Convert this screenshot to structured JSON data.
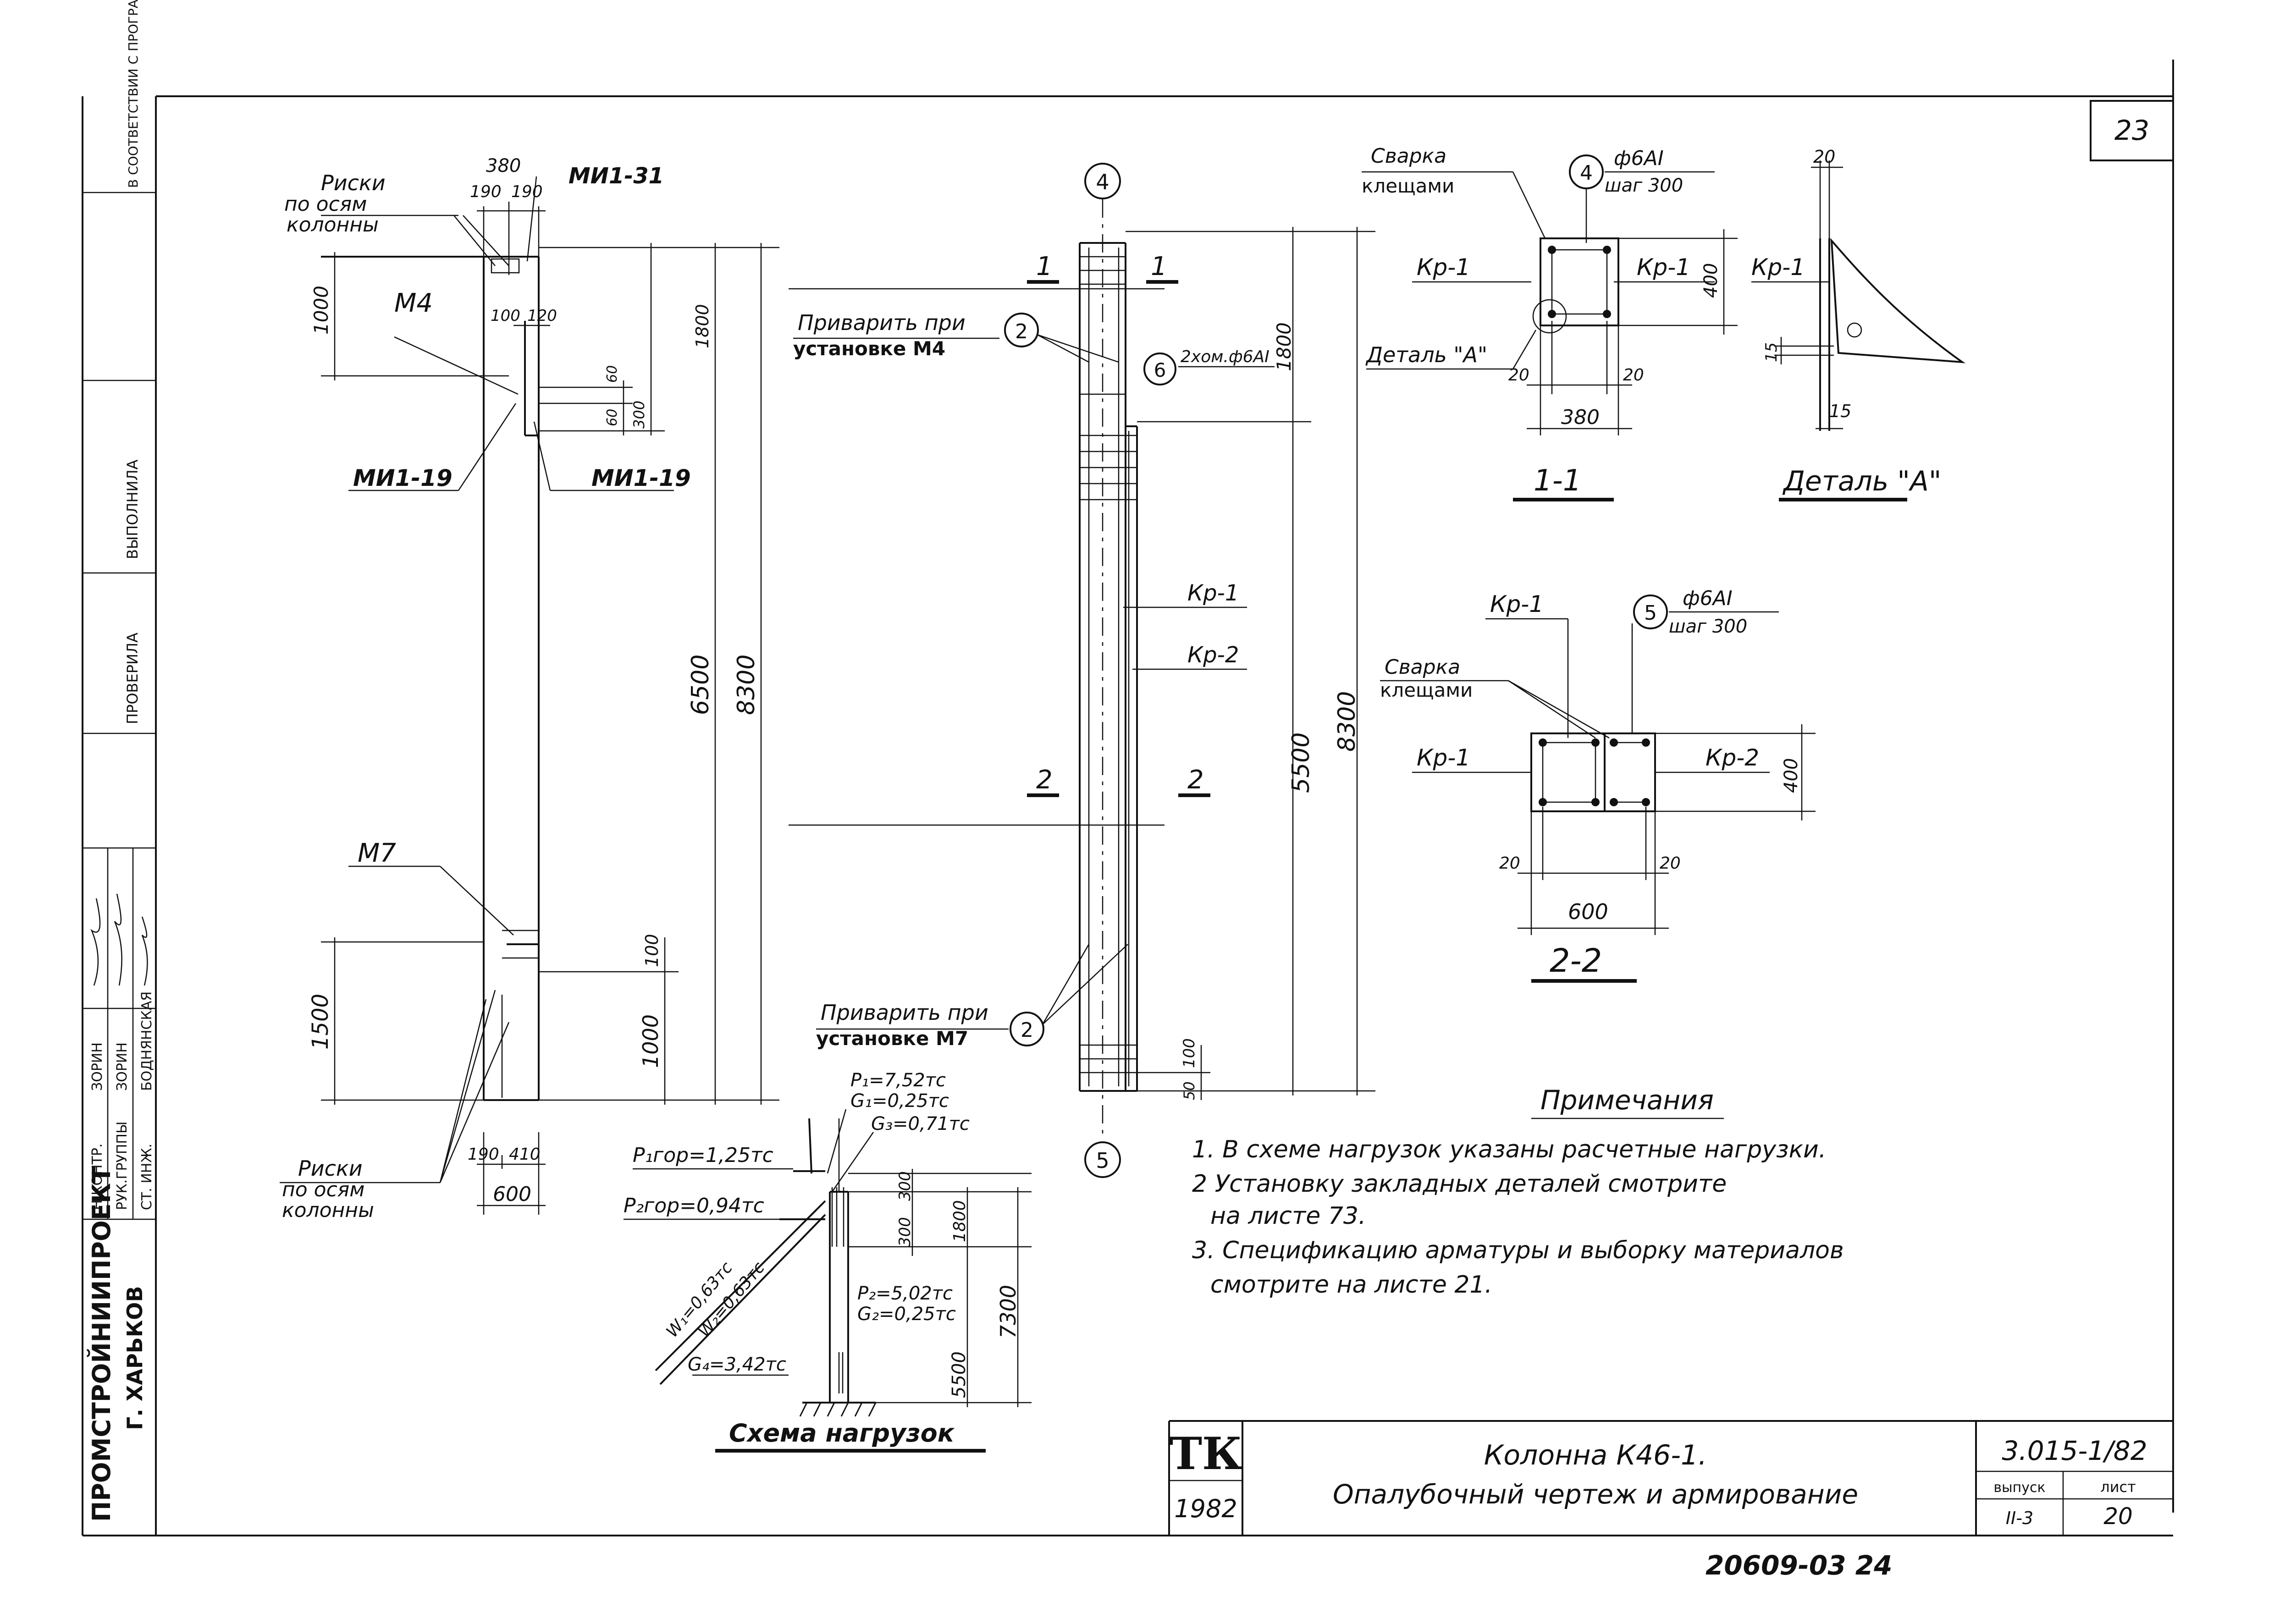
{
  "sheet_number": "23",
  "left_strip": {
    "organisation": "ПРОМСТРОЙНИИПРОЕКТ",
    "city": "Г. ХАРЬКОВ",
    "program_note": "В СООТВЕТСТВИИ С ПРОГРАММОЙ АВС",
    "roles": [
      "Н.КОНТР.",
      "РУК.ГРУППЫ",
      "СТ. ИНЖ."
    ],
    "names": [
      "ЗОРИН",
      "ЗОРИН",
      "БОДНЯНСКАЯ"
    ],
    "column_labels": [
      "ПРОВЕРИЛА",
      "ВЫПОЛНИЛА"
    ]
  },
  "elevation": {
    "top_label_line1": "Риски",
    "top_label_line2": "по осям",
    "top_label_line3": "колонны",
    "bottom_label_line1": "Риски",
    "bottom_label_line2": "по осям",
    "bottom_label_line3": "колонны",
    "mark_mi1_31": "МИ1-31",
    "mark_m4": "М4",
    "mark_mi1_19_left": "МИ1-19",
    "mark_mi1_19_right": "МИ1-19",
    "mark_m7": "М7",
    "dim_380": "380",
    "dim_190a": "190",
    "dim_190b": "190",
    "dim_100": "100",
    "dim_120": "120",
    "dim_1000_top": "1000",
    "dim_1800": "1800",
    "dim_60a": "60",
    "dim_60b": "60",
    "dim_300": "300",
    "dim_6500": "6500",
    "dim_8300": "8300",
    "dim_1500": "1500",
    "dim_100_low": "100",
    "dim_1000_low": "1000",
    "dim_190_bot": "190",
    "dim_410": "410",
    "dim_600": "600"
  },
  "reinforcement": {
    "axis_top": "4",
    "axis_bottom": "5",
    "cut_1a": "1",
    "cut_1b": "1",
    "cut_2a": "2",
    "cut_2b": "2",
    "weld_m4_line1": "Приварить при",
    "weld_m4_line2": "установке М4",
    "weld_m7_line1": "Приварить при",
    "weld_m7_line2": "установке М7",
    "pos_2": "2",
    "pos_2b": "2",
    "pos_6": "6",
    "pos_6_note": "2хом.ф6АI",
    "kr1": "Кр-1",
    "kr2": "Кр-2",
    "dim_1800": "1800",
    "dim_5500": "5500",
    "dim_8300": "8300",
    "dim_100": "100",
    "dim_50": "50"
  },
  "section_1_1": {
    "title": "1-1",
    "weld_line1": "Сварка",
    "weld_line2": "клещами",
    "pos": "4",
    "bar": "ф6АI",
    "step": "шаг 300",
    "kr_left": "Кр-1",
    "kr_right": "Кр-1",
    "detail_ref": "Деталь \"А\"",
    "dim_400": "400",
    "dim_20a": "20",
    "dim_20b": "20",
    "dim_380": "380"
  },
  "detail_a": {
    "title": "Деталь \"А\"",
    "kr": "Кр-1",
    "dim_20": "20",
    "dim_15a": "15",
    "dim_15b": "15"
  },
  "section_2_2": {
    "title": "2-2",
    "kr_top": "Кр-1",
    "weld_line1": "Сварка",
    "weld_line2": "клещами",
    "pos": "5",
    "bar": "ф6АI",
    "step": "шаг 300",
    "kr_left": "Кр-1",
    "kr_right": "Кр-2",
    "dim_400": "400",
    "dim_20a": "20",
    "dim_20b": "20",
    "dim_600": "600"
  },
  "load_scheme": {
    "title": "Схема нагрузок",
    "p1": "P₁=7,52тс",
    "g1": "G₁=0,25тс",
    "g3": "G₃=0,71тс",
    "p1gor": "P₁гор=1,25тс",
    "p2gor": "P₂гор=0,94тс",
    "w1": "W₁=0,63тс",
    "w2": "W₂=0,63тс",
    "p2": "P₂=5,02тс",
    "g2": "G₂=0,25тс",
    "g4": "G₄=3,42тс",
    "dim_300a": "300",
    "dim_300b": "300",
    "dim_1800": "1800",
    "dim_5500": "5500",
    "dim_7300": "7300"
  },
  "notes": {
    "heading": "Примечания",
    "items": [
      "1. В схеме нагрузок указаны расчетные нагрузки.",
      "2 Установку закладных деталей смотрите",
      "на листе 73.",
      "3. Спецификацию арматуры и выборку материалов",
      "смотрите на листе 21."
    ]
  },
  "title_block": {
    "logo": "ТК",
    "year": "1982",
    "title_line1": "Колонна К46-1.",
    "title_line2": "Опалубочный чертеж и армирование",
    "doc_code": "3.015-1/82",
    "issue_label": "выпуск",
    "issue_value": "II-3",
    "sheet_label": "лист",
    "sheet_value": "20"
  },
  "archive_number": "20609-03 24"
}
